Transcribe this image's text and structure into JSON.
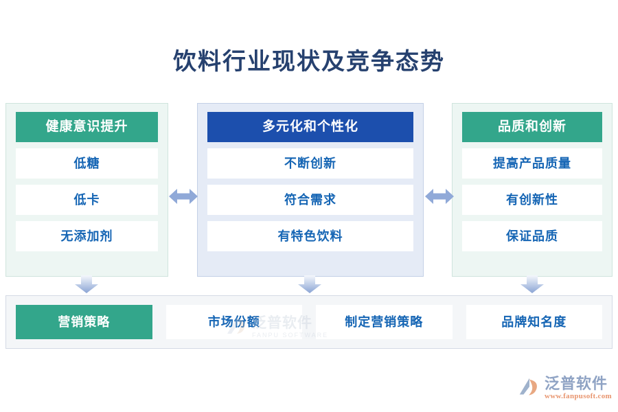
{
  "title": "饮料行业现状及竞争态势",
  "colors": {
    "title_text": "#26416f",
    "teal_header": "#33a68b",
    "blue_header": "#1c4fad",
    "item_text": "#1565b4",
    "green_panel_bg": "#edf6f3",
    "blue_panel_bg": "#e5ebf6",
    "bottom_panel_bg": "#f4f6f8",
    "arrow": "#90a9d8",
    "logo_url_text": "#e8956f"
  },
  "columns": [
    {
      "id": "health-awareness",
      "header": "健康意识提升",
      "header_style": "teal",
      "items": [
        "低糖",
        "低卡",
        "无添加剂"
      ]
    },
    {
      "id": "diversification-personalization",
      "header": "多元化和个性化",
      "header_style": "blue",
      "items": [
        "不断创新",
        "符合需求",
        "有特色饮料"
      ]
    },
    {
      "id": "quality-innovation",
      "header": "品质和创新",
      "header_style": "teal",
      "items": [
        "提高产品质量",
        "有创新性",
        "保证品质"
      ]
    }
  ],
  "connectors": {
    "horizontal": [
      "double-arrow-left-right",
      "double-arrow-left-right"
    ],
    "vertical": [
      "arrow-down",
      "arrow-down",
      "arrow-down"
    ]
  },
  "bottom_row": {
    "cells": [
      {
        "label": "营销策略",
        "style": "accent"
      },
      {
        "label": "市场份额",
        "style": "plain"
      },
      {
        "label": "制定营销策略",
        "style": "plain"
      },
      {
        "label": "品牌知名度",
        "style": "plain"
      }
    ]
  },
  "watermark": {
    "cn": "泛普软件",
    "en": "FANPU SOFTWARE"
  },
  "logo": {
    "cn": "泛普软件",
    "url": "www.fanpusoft.com"
  }
}
